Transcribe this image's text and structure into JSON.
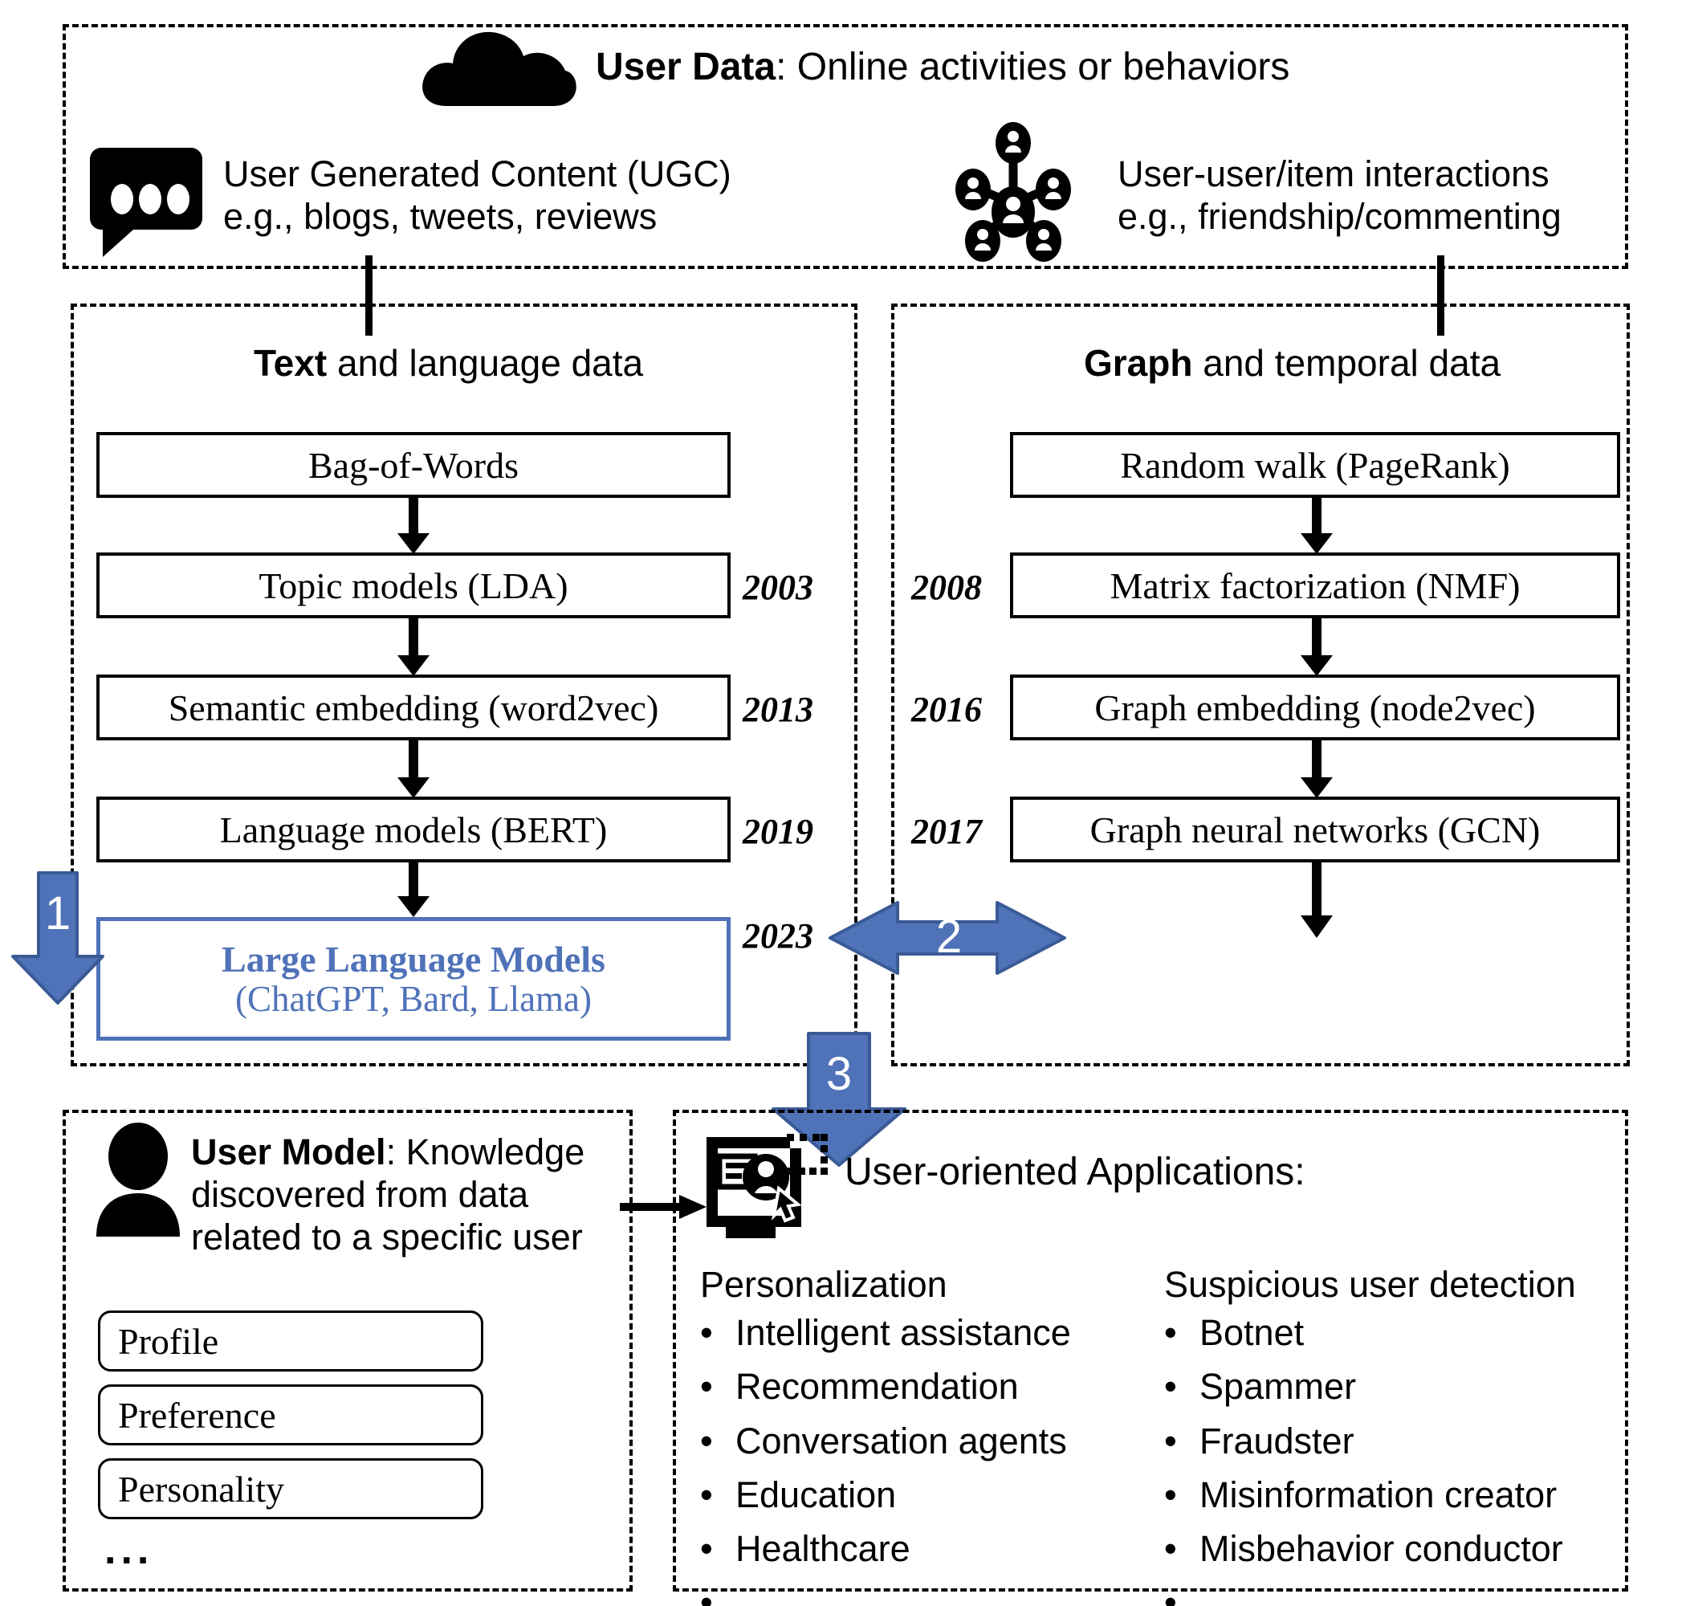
{
  "top_panel": {
    "cloud_icon": "cloud-icon",
    "title_bold": "User Data",
    "title_rest": ": Online activities or behaviors",
    "left_source": {
      "icon": "chat-bubble-icon",
      "line1": "User Generated Content (UGC)",
      "line2": "e.g., blogs, tweets, reviews"
    },
    "right_source": {
      "icon": "network-graph-icon",
      "line1": "User-user/item interactions",
      "line2": "e.g., friendship/commenting"
    }
  },
  "text_panel": {
    "header_bold": "Text",
    "header_rest": " and language data",
    "steps": [
      {
        "label": "Bag-of-Words",
        "year": ""
      },
      {
        "label": "Topic models (LDA)",
        "year": "2003"
      },
      {
        "label": "Semantic embedding (word2vec)",
        "year": "2013"
      },
      {
        "label": "Language models (BERT)",
        "year": "2019"
      }
    ],
    "llm": {
      "line1": "Large Language Models",
      "line2": "(ChatGPT, Bard, Llama)",
      "year": "2023"
    }
  },
  "graph_panel": {
    "header_bold": "Graph",
    "header_rest": " and temporal data",
    "steps": [
      {
        "label": "Random walk (PageRank)",
        "year": ""
      },
      {
        "label": "Matrix factorization (NMF)",
        "year": "2008"
      },
      {
        "label": "Graph embedding (node2vec)",
        "year": "2016"
      },
      {
        "label": "Graph neural networks (GCN)",
        "year": "2017"
      }
    ]
  },
  "flow_arrows": {
    "arrow1_label": "1",
    "arrow2_label": "2",
    "arrow3_label": "3",
    "color": "#4F72B8",
    "stroke": "#3A5A96"
  },
  "user_model": {
    "icon": "person-avatar-icon",
    "text_bold": "User Model",
    "text_rest": ": Knowledge discovered from data related to a specific user",
    "items": [
      "Profile",
      "Preference",
      "Personality"
    ],
    "more": "..."
  },
  "applications": {
    "icon": "user-monitor-cursor-icon",
    "title": "User-oriented Applications:",
    "columns": [
      {
        "title": "Personalization",
        "items": [
          "Intelligent assistance",
          "Recommendation",
          "Conversation agents",
          "Education",
          "Healthcare",
          "…"
        ]
      },
      {
        "title": "Suspicious user detection",
        "items": [
          "Botnet",
          "Spammer",
          "Fraudster",
          "Misinformation creator",
          "Misbehavior conductor",
          "…"
        ]
      }
    ]
  },
  "bullet_glyph": "•"
}
